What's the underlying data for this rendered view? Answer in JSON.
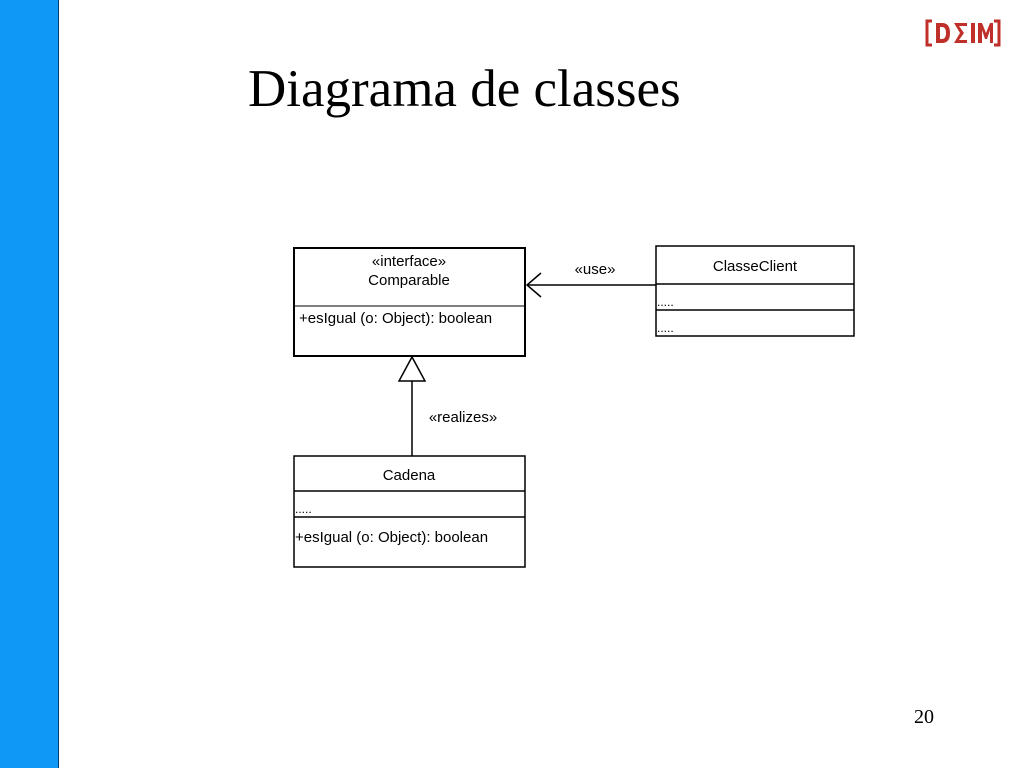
{
  "slide": {
    "title": "Diagrama de classes",
    "page_number": "20",
    "logo_text": "D∑IM",
    "sidebar_color": "#0d99f5",
    "logo_color": "#c0302a"
  },
  "diagram": {
    "comparable": {
      "stereotype": "«interface»",
      "name": "Comparable",
      "operation": "+esIgual (o: Object): boolean"
    },
    "classe_client": {
      "name": "ClasseClient",
      "attributes": ".....",
      "operations": "....."
    },
    "cadena": {
      "name": "Cadena",
      "attributes": ".....",
      "operation": "+esIgual (o: Object): boolean"
    },
    "use_label": "«use»",
    "realizes_label": "«realizes»"
  }
}
